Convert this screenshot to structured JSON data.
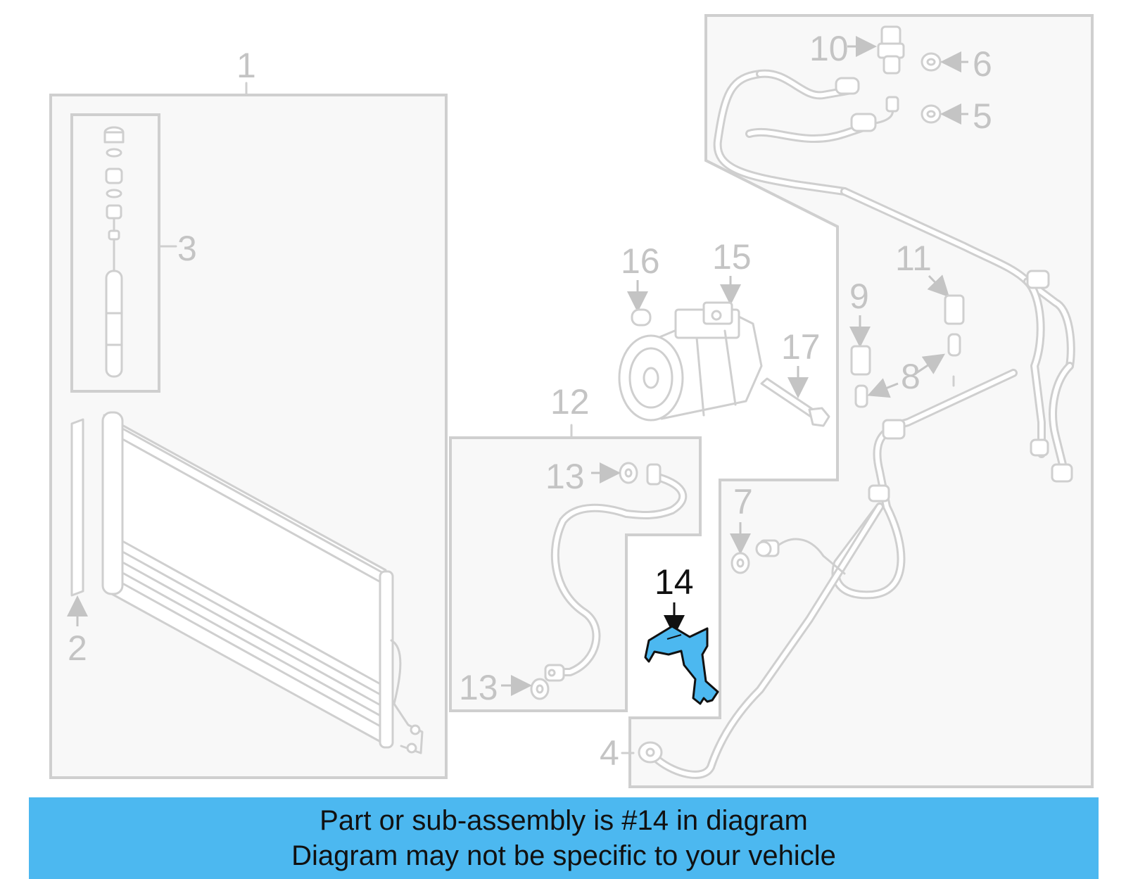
{
  "diagram": {
    "callouts": [
      "1",
      "2",
      "3",
      "4",
      "5",
      "6",
      "7",
      "8",
      "9",
      "10",
      "11",
      "12",
      "13",
      "13",
      "14",
      "15",
      "16",
      "17"
    ],
    "highlighted_part": "14",
    "highlight_color": "#4cb8f0"
  },
  "footer": {
    "line1": "Part or sub-assembly is #14 in diagram",
    "line2": "Diagram may not be specific to your vehicle",
    "background": "#4cb8f0"
  }
}
